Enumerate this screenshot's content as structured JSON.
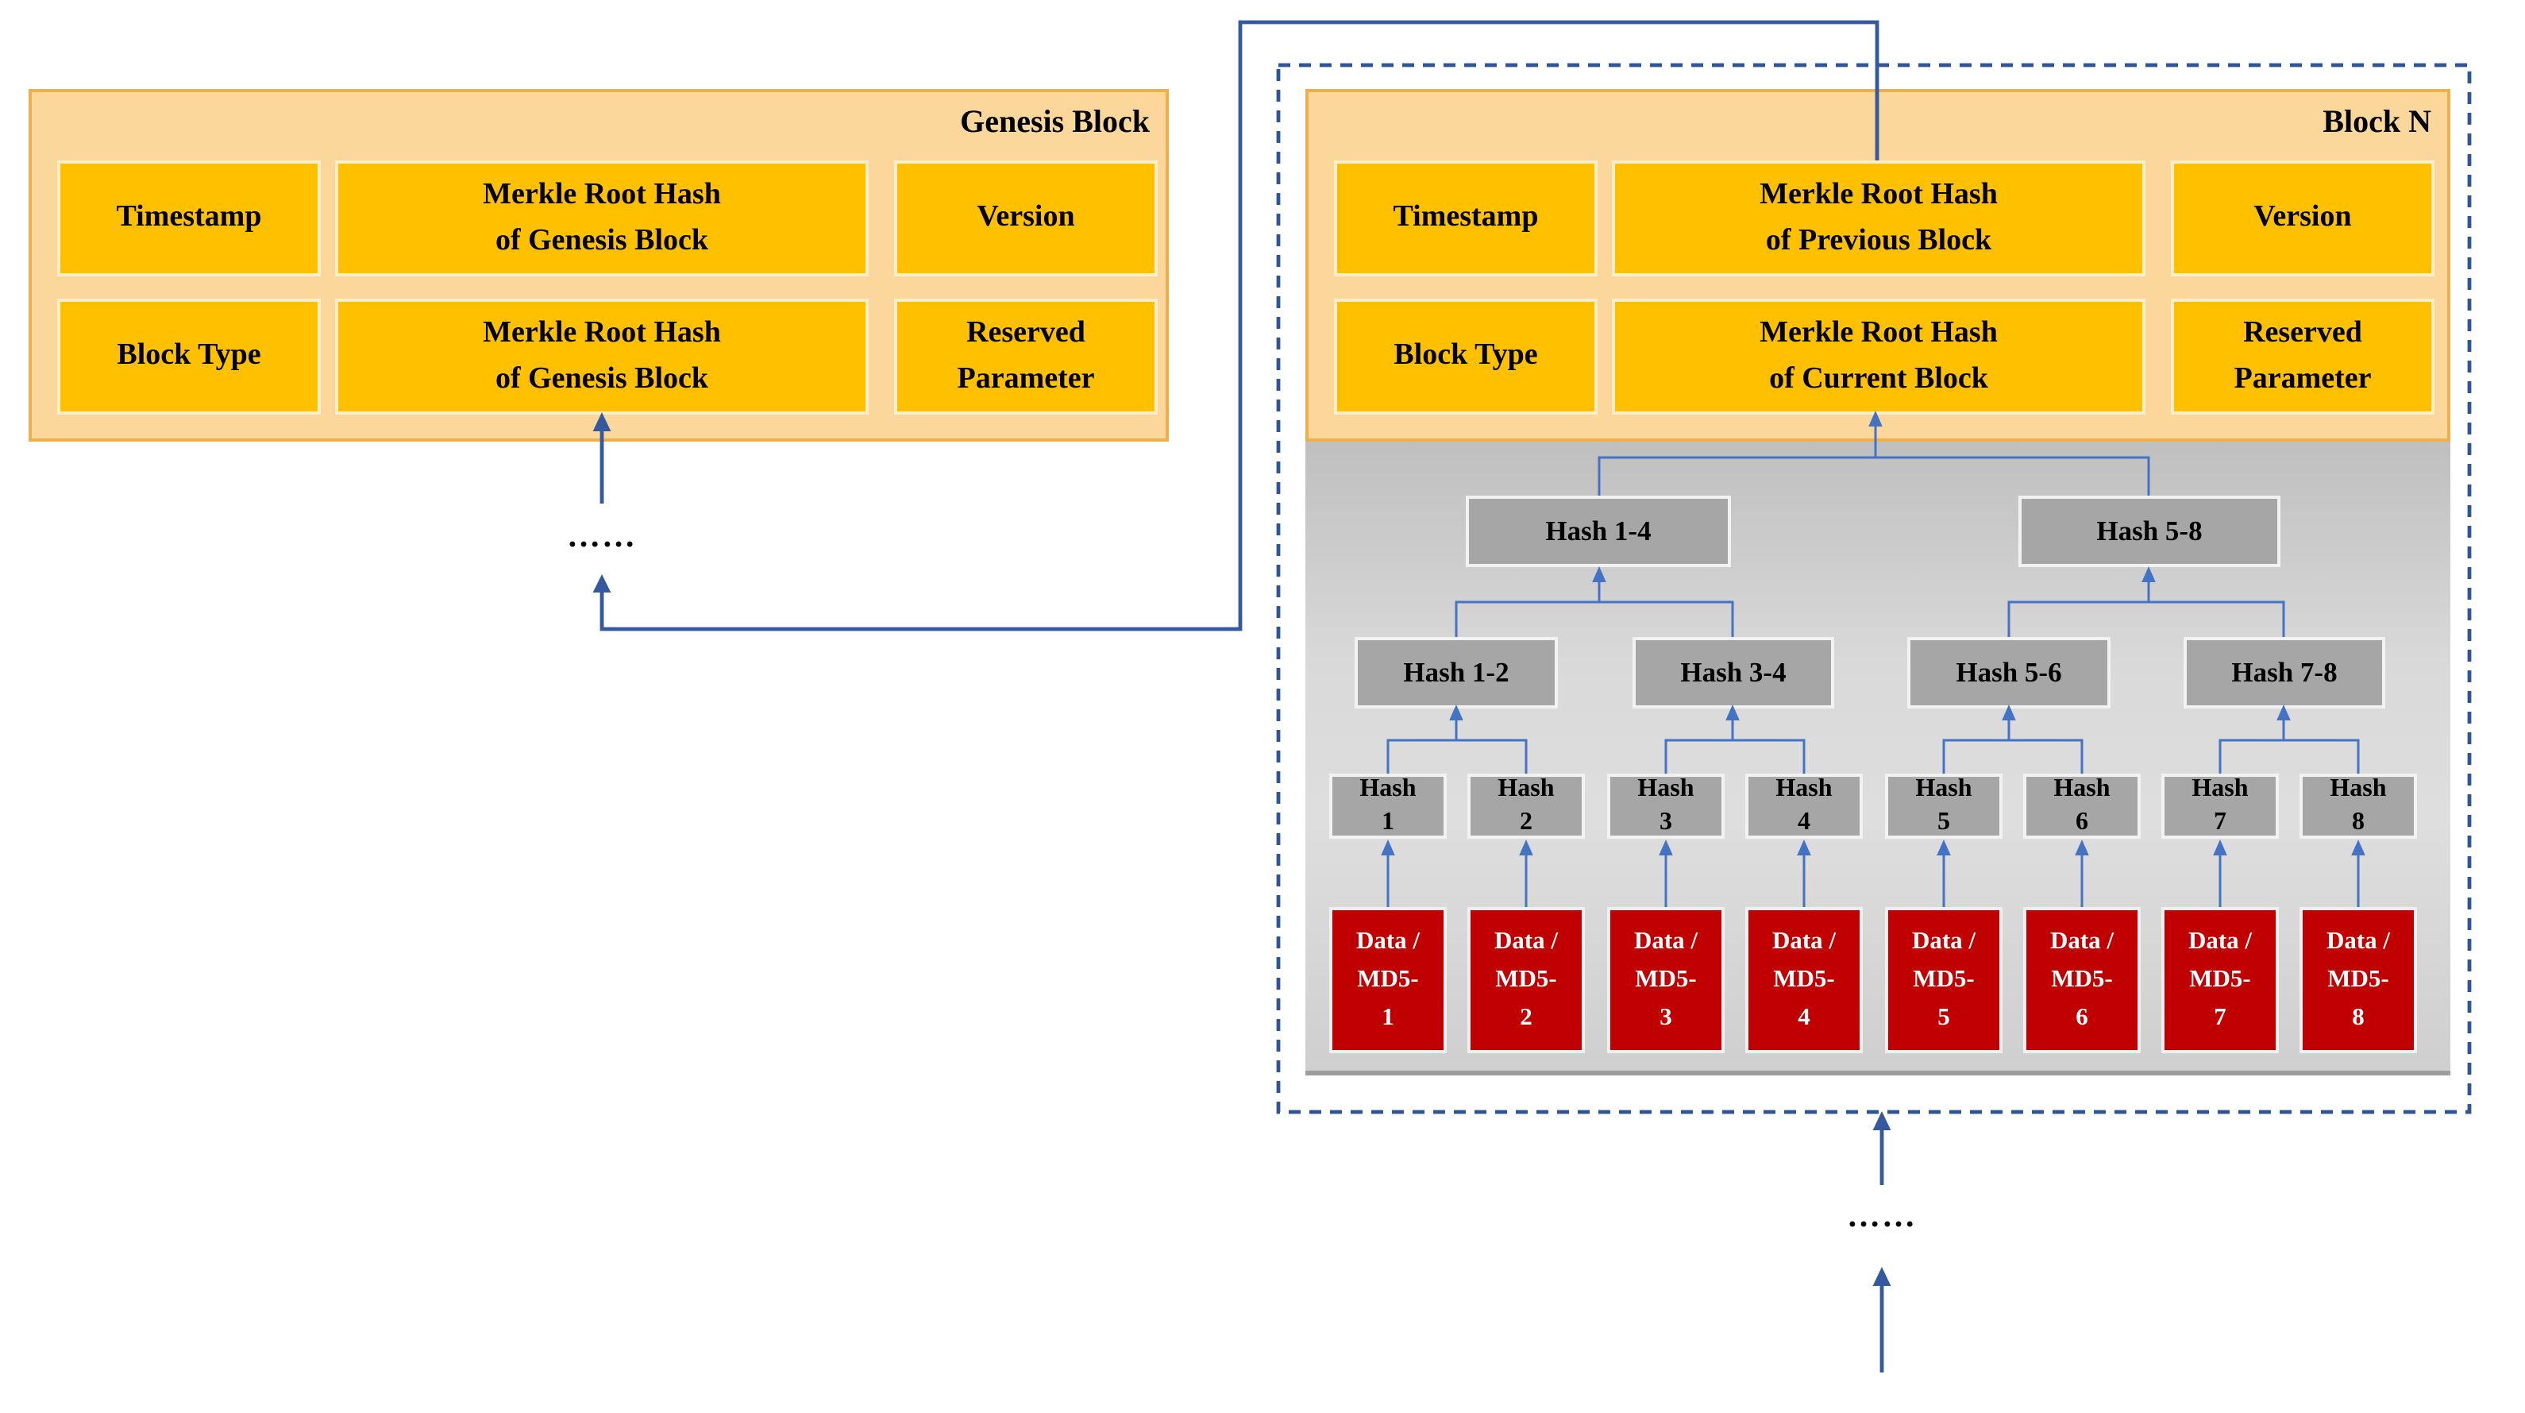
{
  "genesis_block": {
    "title": "Genesis Block",
    "cells": [
      "Timestamp",
      "Merkle Root Hash\nof Genesis Block",
      "Version",
      "Block Type",
      "Merkle Root Hash\nof Genesis Block",
      "Reserved\nParameter"
    ]
  },
  "block_n": {
    "title": "Block N",
    "cells": [
      "Timestamp",
      "Merkle Root Hash\nof Previous Block",
      "Version",
      "Block Type",
      "Merkle Root Hash\nof Current Block",
      "Reserved\nParameter"
    ]
  },
  "merkle_tree": {
    "level_1": [
      "Hash 1-4",
      "Hash 5-8"
    ],
    "level_2": [
      "Hash 1-2",
      "Hash 3-4",
      "Hash 5-6",
      "Hash 7-8"
    ],
    "level_3": [
      "Hash\n1",
      "Hash\n2",
      "Hash\n3",
      "Hash\n4",
      "Hash\n5",
      "Hash\n6",
      "Hash\n7",
      "Hash\n8"
    ],
    "leaves": [
      "Data /\nMD5-\n1",
      "Data /\nMD5-\n2",
      "Data /\nMD5-\n3",
      "Data /\nMD5-\n4",
      "Data /\nMD5-\n5",
      "Data /\nMD5-\n6",
      "Data /\nMD5-\n7",
      "Data /\nMD5-\n8"
    ]
  },
  "ellipsis": {
    "left": "……",
    "bottom": "……"
  },
  "colors": {
    "header_light_orange": "#FCD79B",
    "header_cell_amber": "#FFC000",
    "hash_box_gray": "#A6A6A6",
    "data_box_red": "#C00000",
    "tree_line_blue": "#4472C4",
    "chain_line_blue": "#35599E",
    "dashed_border_blue": "#2F5597"
  }
}
